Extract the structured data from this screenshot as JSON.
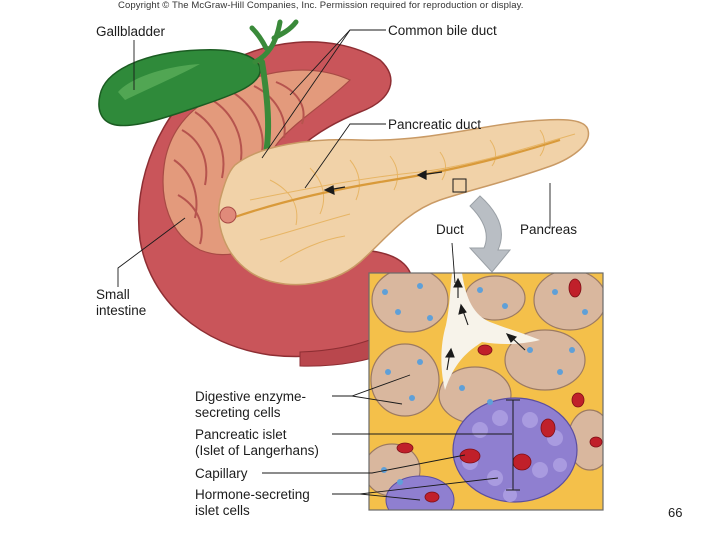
{
  "copyright": "Copyright © The McGraw-Hill Companies, Inc. Permission required for reproduction or display.",
  "labels": {
    "gallbladder": "Gallbladder",
    "common_bile_duct": "Common bile duct",
    "pancreatic_duct": "Pancreatic duct",
    "duct": "Duct",
    "pancreas": "Pancreas",
    "small_intestine_1": "Small",
    "small_intestine_2": "intestine",
    "digestive_1": "Digestive enzyme-",
    "digestive_2": "secreting cells",
    "islet_1": "Pancreatic islet",
    "islet_2": "(Islet of Langerhans)",
    "capillary": "Capillary",
    "hormone_1": "Hormone-secreting",
    "hormone_2": "islet cells"
  },
  "slide_number": "66",
  "colors": {
    "gallbladder": "#2f8a3a",
    "intestine": "#c9555a",
    "intestine_inner": "#d8866a",
    "pancreas": "#f1d2a8",
    "pancreas_vein": "#e6b25e",
    "inset_bg": "#f4c04a",
    "acinar": "#d9b79e",
    "nucleus": "#5fa0d8",
    "islet": "#8f7fd0",
    "blood": "#c0202a",
    "zoom_arrow": "#b9bec4"
  }
}
